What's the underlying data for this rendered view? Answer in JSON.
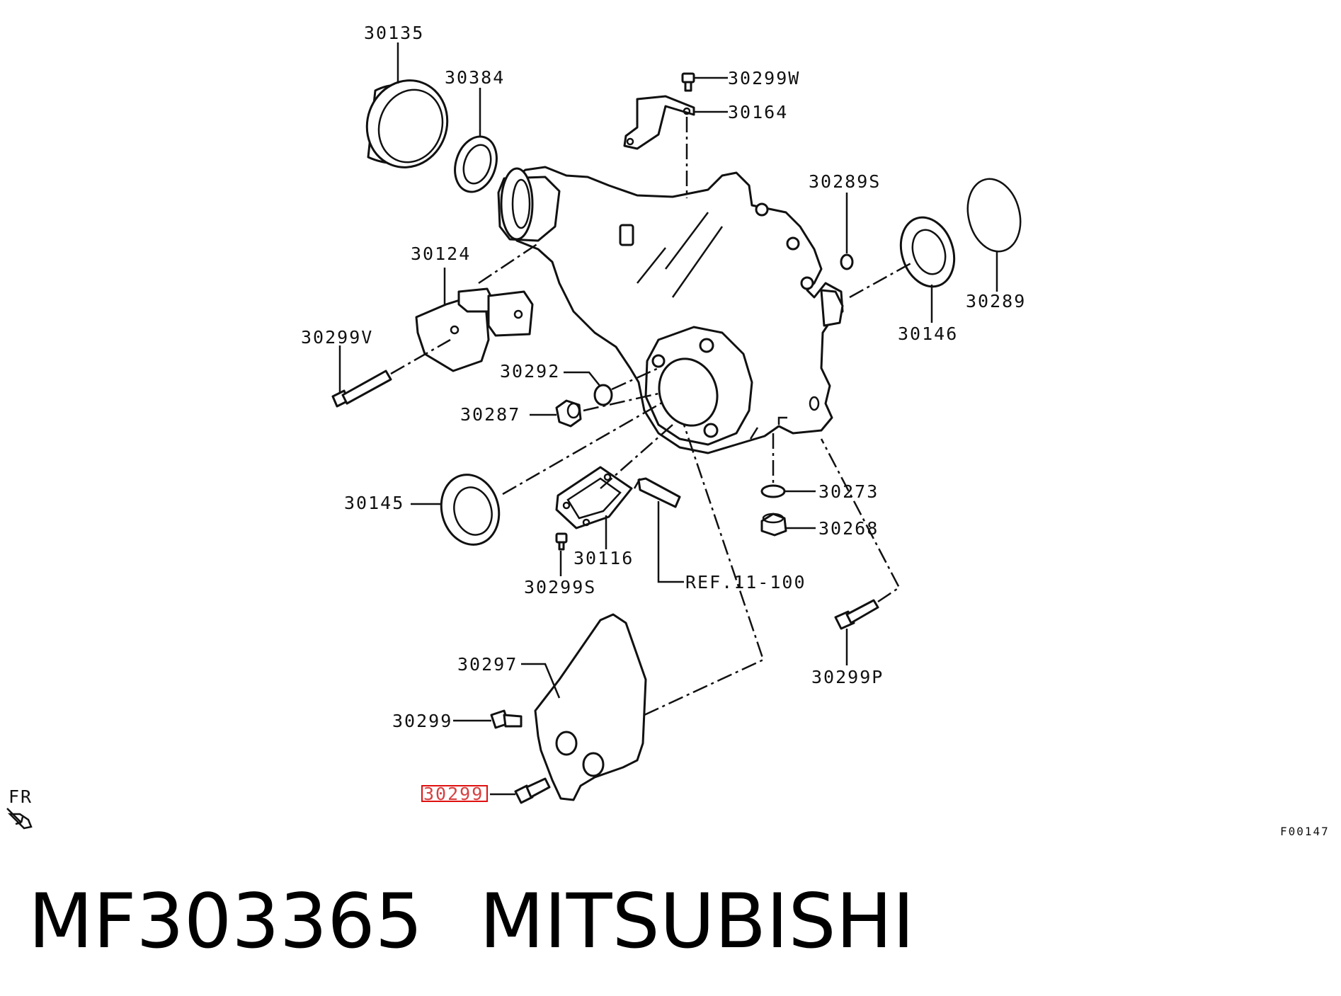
{
  "diagram": {
    "labels": {
      "l30135": "30135",
      "l30384": "30384",
      "l30299W": "30299W",
      "l30164": "30164",
      "l30289S": "30289S",
      "l30124": "30124",
      "l30289": "30289",
      "l30146": "30146",
      "l30299V": "30299V",
      "l30292": "30292",
      "l30287": "30287",
      "l30145": "30145",
      "l30273": "30273",
      "l30268": "30268",
      "l30116": "30116",
      "l30299S": "30299S",
      "ref": "REF.11-100",
      "l30299P": "30299P",
      "l30297": "30297",
      "l30299a": "30299",
      "l30299b": "30299"
    },
    "highlighted_label": "l30299b",
    "highlight_color": "#e01010",
    "direction_label": "FR",
    "figure_code": "F00147"
  },
  "caption": {
    "part_number": "MF303365",
    "brand": "MITSUBISHI"
  }
}
